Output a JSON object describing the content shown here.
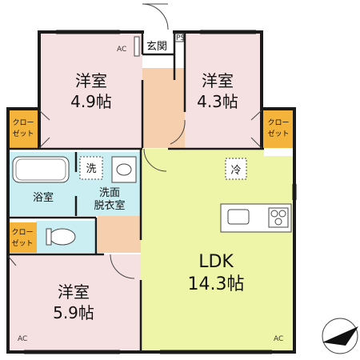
{
  "rooms": {
    "western_a": {
      "name": "洋室",
      "size": "4.9帖"
    },
    "western_b": {
      "name": "洋室",
      "size": "4.3帖"
    },
    "western_c": {
      "name": "洋室",
      "size": "5.9帖"
    },
    "ldk": {
      "name": "LDK",
      "size": "14.3帖"
    },
    "entrance": "玄関",
    "bath": "浴室",
    "washroom_line1": "洗面",
    "washroom_line2": "脱衣室",
    "washer": "洗",
    "fridge": "冷"
  },
  "closet": {
    "line1": "クロー",
    "line2": "ゼット"
  },
  "ac_label": "AC",
  "ps_label": "PS",
  "colors": {
    "western": "#f6e1e2",
    "ldk": "#eef5a8",
    "hall": "#f6cfae",
    "wet": "#cbeef3",
    "closet": "#f4b43c",
    "wall": "#1a1a1a"
  }
}
